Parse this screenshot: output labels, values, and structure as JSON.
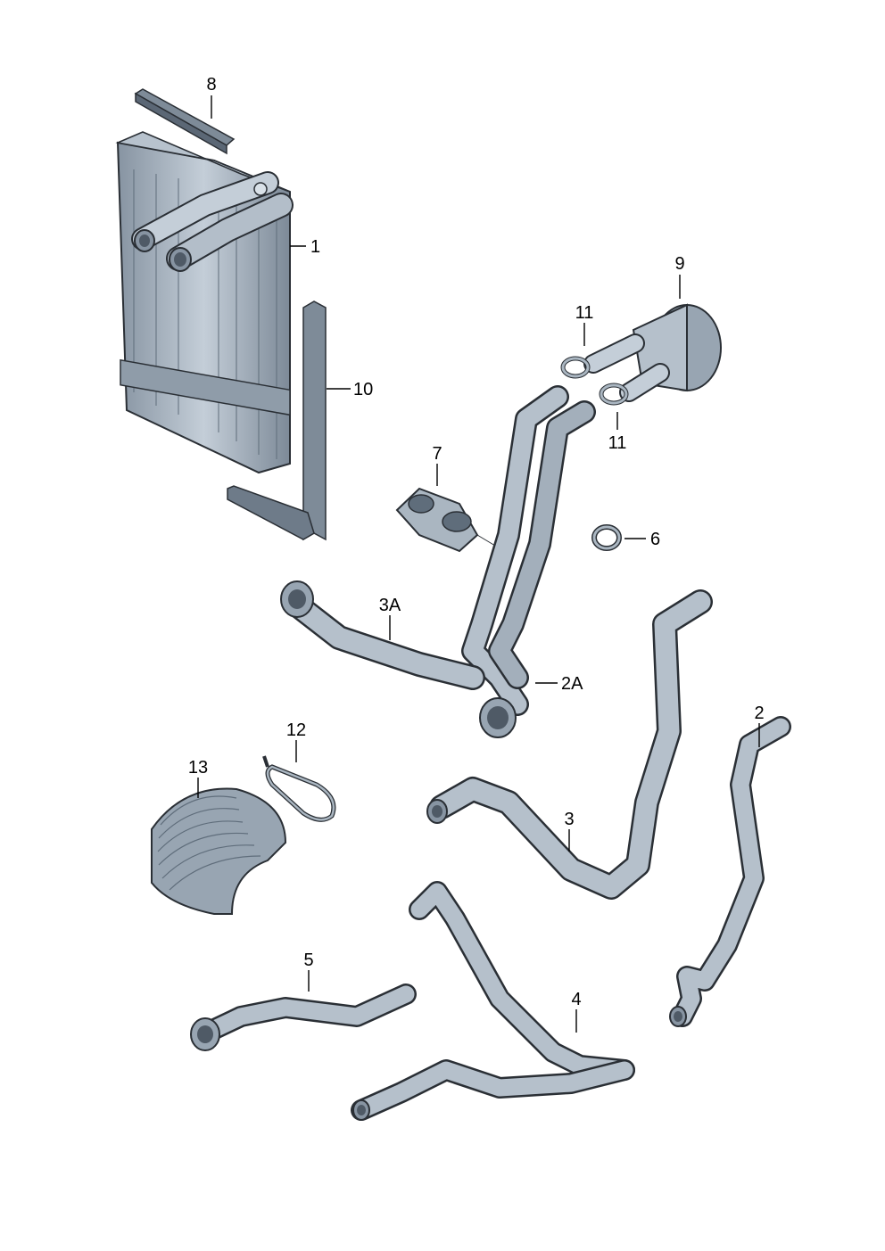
{
  "diagram": {
    "type": "exploded-parts-diagram",
    "colors": {
      "part_fill": "#a9b6c2",
      "part_dark": "#5f6d7b",
      "part_light": "#d9e1e8",
      "outline": "#2a2f35",
      "background": "#ffffff"
    },
    "callouts": [
      {
        "id": "c1",
        "text": "1"
      },
      {
        "id": "c2",
        "text": "2"
      },
      {
        "id": "c2a",
        "text": "2A"
      },
      {
        "id": "c3",
        "text": "3"
      },
      {
        "id": "c3a",
        "text": "3A"
      },
      {
        "id": "c4",
        "text": "4"
      },
      {
        "id": "c5",
        "text": "5"
      },
      {
        "id": "c6",
        "text": "6"
      },
      {
        "id": "c7",
        "text": "7"
      },
      {
        "id": "c8",
        "text": "8"
      },
      {
        "id": "c9",
        "text": "9"
      },
      {
        "id": "c10",
        "text": "10"
      },
      {
        "id": "c11a",
        "text": "11"
      },
      {
        "id": "c11b",
        "text": "11"
      },
      {
        "id": "c12",
        "text": "12"
      },
      {
        "id": "c13",
        "text": "13"
      }
    ]
  }
}
